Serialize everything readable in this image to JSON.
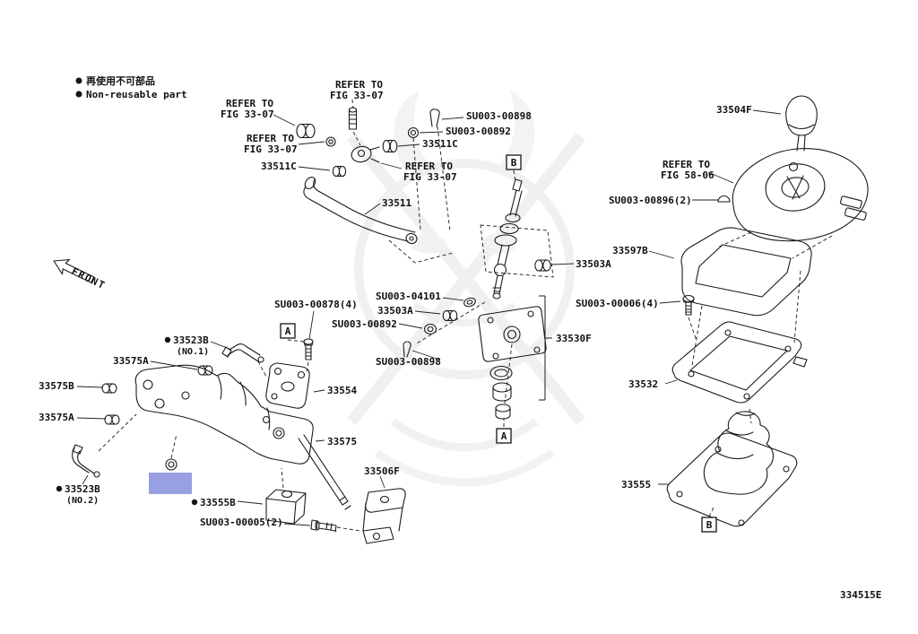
{
  "legend": {
    "jp": "再使用不可部品",
    "en": "Non-reusable part"
  },
  "front_label": "FRONT",
  "doc_number": "334515E",
  "markers": {
    "b_top": "B",
    "a_mid": "A",
    "a_bottom": "A",
    "b_bottom_right": "B"
  },
  "refer": {
    "top": {
      "l1": "REFER TO",
      "l2": "FIG 33-07"
    },
    "upper_left": {
      "l1": "REFER TO",
      "l2": "FIG 33-07"
    },
    "left": {
      "l1": "REFER TO",
      "l2": "FIG 33-07"
    },
    "mid": {
      "l1": "REFER TO",
      "l2": "FIG 33-07"
    },
    "right": {
      "l1": "REFER TO",
      "l2": "FIG 58-06"
    }
  },
  "parts": {
    "su003_00898_top": "SU003-00898",
    "su003_00892_top": "SU003-00892",
    "p33511c_right": "33511C",
    "p33511c_left": "33511C",
    "p33511": "33511",
    "p33504f": "33504F",
    "su003_00896": "SU003-00896(2)",
    "p33597b": "33597B",
    "p33503a_right": "33503A",
    "su003_04101": "SU003-04101",
    "p33503a_left": "33503A",
    "su003_00878": "SU003-00878(4)",
    "su003_00892_mid": "SU003-00892",
    "su003_00006": "SU003-00006(4)",
    "p33530f": "33530F",
    "su003_00898_mid": "SU003-00898",
    "p33523b_no1": "33523B",
    "p33575a_top": "33575A",
    "p33575b": "33575B",
    "p33575a_left": "33575A",
    "p33554": "33554",
    "p33532": "33532",
    "p33575": "33575",
    "p33523b_no2": "33523B",
    "p33555b": "33555B",
    "p33506f": "33506F",
    "su003_00005": "SU003-00005(2)",
    "p33555": "33555"
  },
  "notes": {
    "no1": "(NO.1)",
    "no2": "(NO.2)"
  },
  "highlight_color": "#949be0"
}
